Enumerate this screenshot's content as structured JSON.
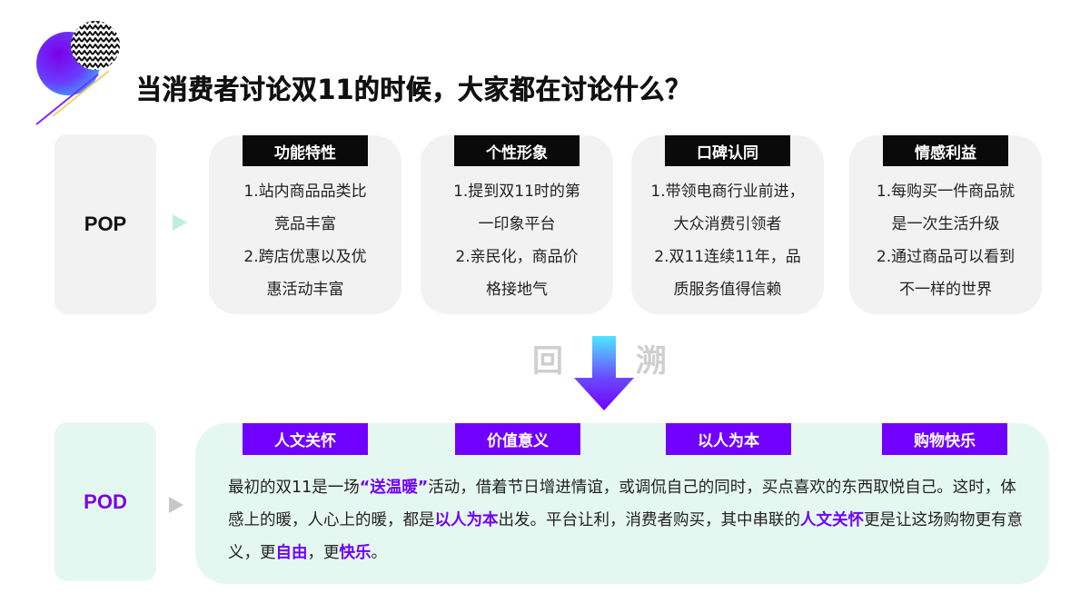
{
  "header": {
    "title": "当消费者讨论双11的时候，大家都在讨论什么？"
  },
  "pop_row": {
    "label": "POP",
    "cards": [
      {
        "tag": "功能特性",
        "lines": [
          "1.站内商品品类比",
          "竞品丰富",
          "2.跨店优惠以及优",
          "惠活动丰富"
        ]
      },
      {
        "tag": "个性形象",
        "lines": [
          "1.提到双11时的第",
          "一印象平台",
          "2.亲民化，商品价",
          "格接地气"
        ]
      },
      {
        "tag": "口碑认同",
        "lines": [
          "1.带领电商行业前进，",
          "大众消费引领者",
          "2.双11连续11年，品",
          "质服务值得信赖"
        ]
      },
      {
        "tag": "情感利益",
        "lines": [
          "1.每购买一件商品就",
          "是一次生活升级",
          "2.通过商品可以看到",
          "不一样的世界"
        ]
      }
    ]
  },
  "transition": {
    "left_char": "回",
    "right_char": "溯",
    "icon": "down-arrow-icon"
  },
  "pod_row": {
    "label": "POD",
    "tags": [
      "人文关怀",
      "价值意义",
      "以人为本",
      "购物快乐"
    ],
    "paragraph": {
      "segments": [
        {
          "text": "最初的双11是一场",
          "hl": false
        },
        {
          "text": "“送温暖”",
          "hl": true
        },
        {
          "text": "活动，借着节日增进情谊，或调侃自己的同时，买点喜欢的东西取悦自己。这时，体感上的暖，人心上的暖，都是",
          "hl": false
        },
        {
          "text": "以人为本",
          "hl": true
        },
        {
          "text": "出发。平台让利，消费者购买，其中串联的",
          "hl": false
        },
        {
          "text": "人文关怀",
          "hl": true
        },
        {
          "text": "更是让这场购物更有意义，更",
          "hl": false
        },
        {
          "text": "自由",
          "hl": true
        },
        {
          "text": "，更",
          "hl": false
        },
        {
          "text": "快乐",
          "hl": true
        },
        {
          "text": "。",
          "hl": false
        }
      ]
    }
  },
  "colors": {
    "accent_purple": "#7000ff",
    "pop_card_bg": "#f2f2f2",
    "pod_bg": "#e5f7f1",
    "tag_black": "#0a0a0a",
    "pop_arrow": "#bfeee0",
    "pod_arrow": "#c8c8c8"
  }
}
